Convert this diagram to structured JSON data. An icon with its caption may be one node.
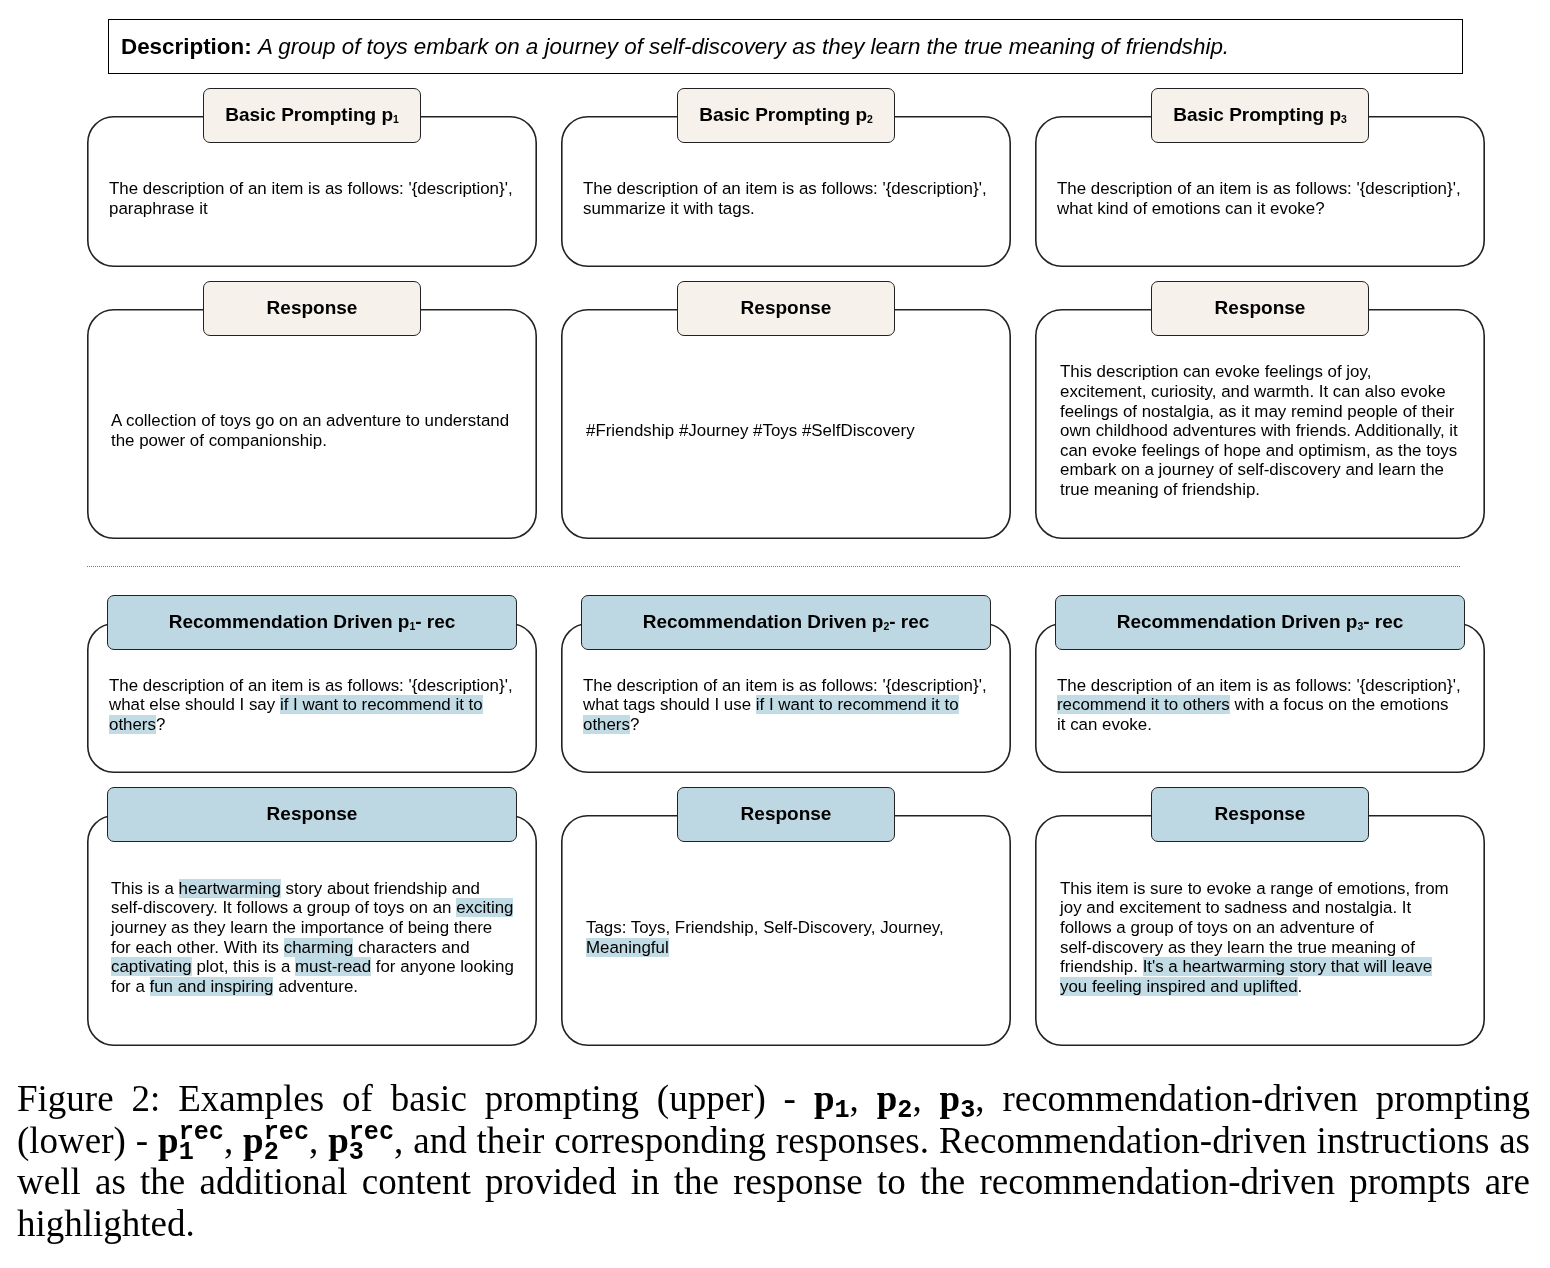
{
  "diagram": {
    "caption": "Figure 2: Examples of basic prompting (upper) - **p**$_{1}$, **p**$_{2}$, **p**$_{3}$, recommendation-driven prompting (lower) - **p**$_{1}$$^{rec}$, **p**$_{2}$$^{rec}$, **p**$_{3}$$^{rec}$, and their corresponding responses. Recommendation-driven instructions as well as the additional content provided in the response to the recommendation-driven prompts are highlighted.",
    "nodes": [
      {
        "text": [
          "**Description:** *A group of toys embark on a journey of self-discovery as they learn the true meaning of friendship.*"
        ]
      },
      {
        "text": [
          "Basic Prompting p$_{1}$",
          "The description of an item is as follows: '{description}', paraphrase it"
        ]
      },
      {
        "text": [
          "Basic Prompting p$_{2}$",
          "The description of an item is as follows: '{description}', summarize it with tags."
        ]
      },
      {
        "text": [
          "Basic Prompting p$_{3}$",
          "The description of an item is as follows: '{description}', what kind of emotions can it evoke?"
        ]
      },
      {
        "text": [
          "Response",
          "A collection of toys go on an adventure to understand the power of companionship."
        ]
      },
      {
        "text": [
          "Response",
          "#Friendship #Journey #Toys #SelfDiscovery"
        ]
      },
      {
        "text": [
          "Response",
          "This description can evoke feelings of joy, excitement, curiosity, and warmth. It can also evoke feelings of nostalgia, as it may remind people of their own childhood adventures with friends. Additionally, it can evoke feelings of hope and optimism, as the toys embark on a journey of self-discovery and learn the true meaning of friendship."
        ]
      },
      {
        "text": [
          "Recommendation Driven p$_{1}$- rec",
          "The description of an item is as follows: '{description}', what else should I say if I want to recommend it to others?"
        ]
      },
      {
        "text": [
          "Recommendation Driven p$_{2}$- rec",
          "The description of an item is as follows: '{description}', what tags should I use if I want to recommend it to others?"
        ]
      },
      {
        "text": [
          "Recommendation Driven p$_{3}$- rec",
          "The description of an item is as follows: '{description}', recommend it to others with a focus on the emotions it can evoke."
        ]
      },
      {
        "text": [
          "Response",
          "This is a heartwarming story about friendship and self-discovery. It follows a group of toys on an exciting journey as they learn the importance of being there for each other. With its charming characters and captivating plot, this is a must-read for anyone looking for a fun and inspiring adventure."
        ]
      },
      {
        "text": [
          "Response",
          "Tags: Toys, Friendship, Self-Discovery, Journey, Meaningful"
        ]
      },
      {
        "text": [
          "Response",
          "This item is sure to evoke a range of emotions, from joy and excitement to sadness and nostalgia. It follows a group of toys on an adventure of self-discovery as they learn the true meaning of friendship. It's a heartwarming story that will leave you feeling inspired and uplifted."
        ]
      }
    ]
  }
}
